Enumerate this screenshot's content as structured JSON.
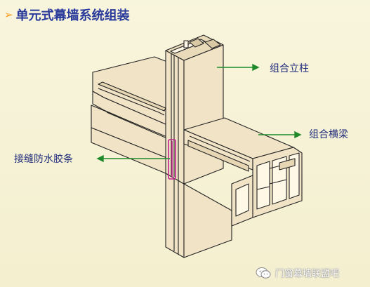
{
  "slide": {
    "bullet_icon": "arrow-right-icon",
    "title": "单元式幕墙系统组装"
  },
  "labels": {
    "column": "组合立柱",
    "beam": "组合横梁",
    "sealant": "接缝防水胶条"
  },
  "watermark": {
    "icon": "wechat-icon",
    "text": "门窗幕墙联盟吧"
  },
  "colors": {
    "background": "#f6f2d6",
    "title": "#2a3a9b",
    "bullet": "#ff9a1a",
    "arrow": "#1e8a2a",
    "profile_fill": "#f1e3c6",
    "profile_stroke": "#222222",
    "gasket": "#c0208f"
  }
}
